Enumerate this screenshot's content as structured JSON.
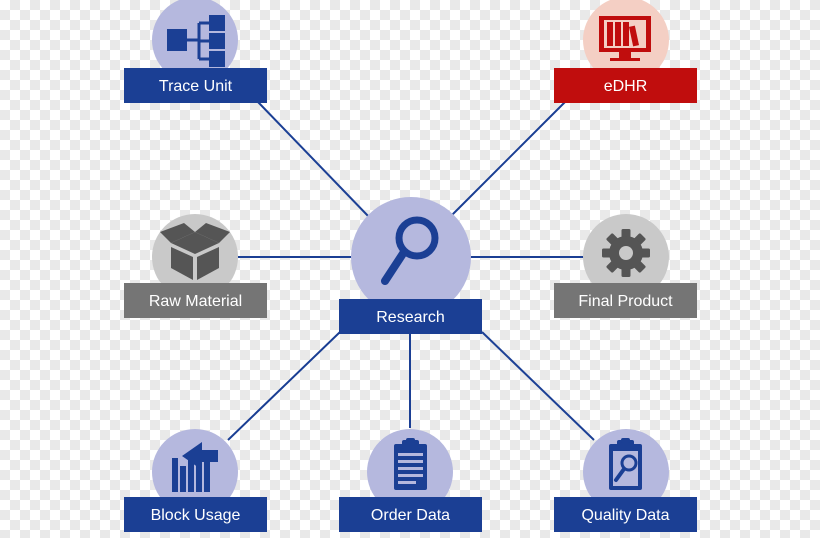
{
  "colors": {
    "primary": "#1b3f94",
    "accent": "#c00d0d",
    "neutral": "#757575",
    "line": "#1b3f94",
    "circle_primary": "#b5b8de",
    "circle_accent": "#f4cfc4",
    "circle_neutral": "#c9c9c9"
  },
  "nodes": {
    "center": {
      "label": "Research",
      "icon": "magnifier-icon"
    },
    "trace_unit": {
      "label": "Trace Unit",
      "icon": "hierarchy-icon"
    },
    "edhr": {
      "label": "eDHR",
      "icon": "monitor-binders-icon"
    },
    "raw_material": {
      "label": "Raw Material",
      "icon": "box-icon"
    },
    "final_product": {
      "label": "Final Product",
      "icon": "gear-icon"
    },
    "block_usage": {
      "label": "Block Usage",
      "icon": "bar-chart-arrow-icon"
    },
    "order_data": {
      "label": "Order Data",
      "icon": "clipboard-icon"
    },
    "quality_data": {
      "label": "Quality Data",
      "icon": "clipboard-search-icon"
    }
  }
}
